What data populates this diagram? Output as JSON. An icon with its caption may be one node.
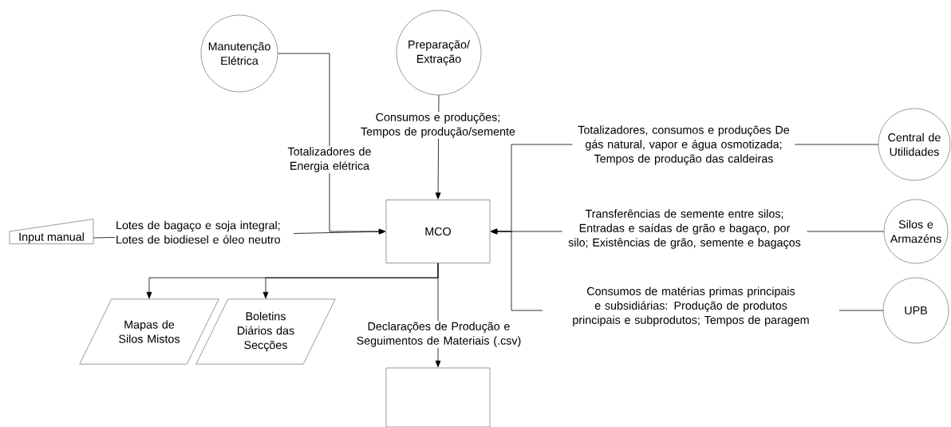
{
  "diagram": {
    "nodes": [
      {
        "text": [
          "Manutenção Elétrica"
        ]
      },
      {
        "text": [
          "Preparação/ Extração"
        ]
      },
      {
        "text": [
          "Input manual"
        ]
      },
      {
        "text": [
          "MCO"
        ]
      },
      {
        "text": [
          "Central de Utilidades"
        ]
      },
      {
        "text": [
          "Silos e Armazéns"
        ]
      },
      {
        "text": [
          "UPB"
        ]
      },
      {
        "text": [
          "Mapas de Silos Mistos"
        ]
      },
      {
        "text": [
          "Boletins Diários das Secções"
        ]
      },
      {
        "text": [],
        "shape": "box"
      }
    ],
    "edges": [
      {
        "from": 0,
        "to": 3,
        "arrow": "to",
        "label": "Totalizadores de Energia elétrica"
      },
      {
        "from": 1,
        "to": 3,
        "arrow": "to",
        "label": "Consumos e produções; Tempos de produção/semente"
      },
      {
        "from": 2,
        "to": 3,
        "arrow": "to",
        "label": "Lotes de bagaço e soja integral; Lotes de biodiesel e óleo neutro"
      },
      {
        "from": 4,
        "to": 3,
        "arrow": "to",
        "label": "Totalizadores, consumos e produções De gás natural, vapor e água osmotizada; Tempos de produção das caldeiras"
      },
      {
        "from": 5,
        "to": 3,
        "arrow": "to",
        "label": "Transferências de semente entre silos; Entradas e saídas de grão e bagaço, por silo; Existências de grão, semente e bagaços"
      },
      {
        "from": 6,
        "to": 3,
        "arrow": "to",
        "label": "Consumos de matérias primas principais e subsidiárias: Produção de produtos principais e subprodutos; Tempos de paragem"
      },
      {
        "from": 3,
        "to": 7,
        "arrow": "to"
      },
      {
        "from": 3,
        "to": 8,
        "arrow": "to"
      },
      {
        "from": 3,
        "to": 9,
        "arrow": "to",
        "label": "Declarações de Produção e Seguimentos de Materiais (.csv)"
      }
    ]
  }
}
